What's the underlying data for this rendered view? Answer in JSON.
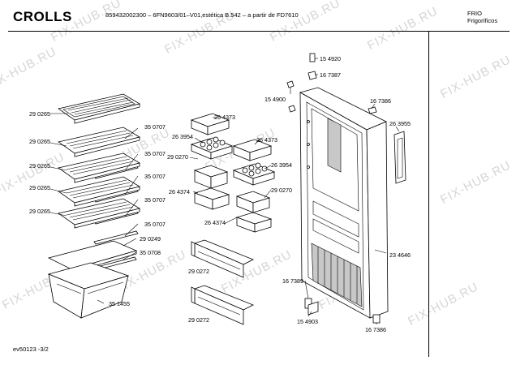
{
  "header": {
    "brand": "CROLLS",
    "model_line": "859432002300 – 6FN9603/01–V01,estética B.542 – a partir de FD7610",
    "category_line1": "FRIO",
    "category_line2": "Frigoríficos"
  },
  "footer": {
    "page_ref": "ev50123 -3/2"
  },
  "watermark": "FIX-HUB.RU",
  "parts": {
    "shelf_1": "29 0265",
    "shelf_1_trim": "35 0707",
    "shelf_2": "29 0265",
    "shelf_2_trim": "35 0707",
    "shelf_3": "29 0265",
    "shelf_3_trim": "35 0707",
    "shelf_4": "29 0265",
    "shelf_4_trim": "35 0707",
    "shelf_5": "29 0265",
    "shelf_5_trim": "35 0707",
    "glass_plate": "29 0249",
    "glass_trim": "35 0708",
    "crisper_drawer": "35 1455",
    "egg_cover_left": "26 4373",
    "egg_tray_left": "26 3954",
    "door_shelf_small_left": "29 0270",
    "door_box_left": "26 4374",
    "egg_cover_right": "26 4373",
    "egg_tray_right": "26 3954",
    "door_shelf_small_right": "29 0270",
    "door_box_right": "26 4374",
    "bottle_rack_upper": "29 0272",
    "bottle_rack_lower": "29 0272",
    "hinge_pin_top": "15 4920",
    "hinge_cap_top": "16 7387",
    "door_stop": "15 4900",
    "hinge_cover_right": "16 7386",
    "door_handle": "26 3955",
    "door_assembly": "23 4646",
    "bottom_cap": "16 7389",
    "bottom_hinge": "15 4903",
    "bottom_cap_right": "16 7386"
  }
}
